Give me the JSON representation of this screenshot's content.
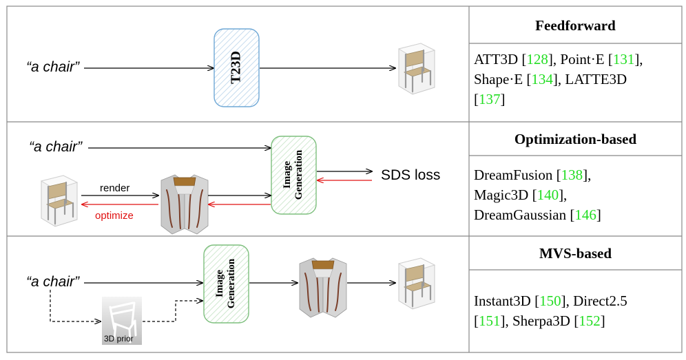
{
  "rows": [
    {
      "title": "Feedforward",
      "refs": [
        {
          "text": "ATT3D [",
          "num": "128",
          "after": "], Point·E ["
        },
        {
          "text": "",
          "num": "131",
          "after": "],"
        },
        {
          "text": "Shape·E [",
          "num": "134",
          "after": "], LATTE3D"
        },
        {
          "text": "[",
          "num": "137",
          "after": "]"
        }
      ]
    },
    {
      "title": "Optimization-based",
      "refs": [
        {
          "text": "DreamFusion [",
          "num": "138",
          "after": "],"
        },
        {
          "text": "Magic3D [",
          "num": "140",
          "after": "],"
        },
        {
          "text": "DreamGaussian [",
          "num": "146",
          "after": "]"
        }
      ]
    },
    {
      "title": "MVS-based",
      "refs": [
        {
          "text": "Instant3D [",
          "num": "150",
          "after": "], Direct2.5"
        },
        {
          "text": "[",
          "num": "151",
          "after": "], Sherpa3D ["
        },
        {
          "text": "",
          "num": "152",
          "after": "]"
        }
      ]
    }
  ],
  "diagram": {
    "prompt": "“a chair”",
    "t23d": "T23D",
    "image_generation": "Image Generation",
    "render": "render",
    "optimize": "optimize",
    "sds_loss": "SDS loss",
    "prior": "3D prior"
  },
  "colors": {
    "citation": "#22dd22",
    "t23d_box": "#6fa8d6",
    "gen_box": "#7dbf7d",
    "optimize": "#e01010",
    "chair_seat": "#c9b38a"
  }
}
